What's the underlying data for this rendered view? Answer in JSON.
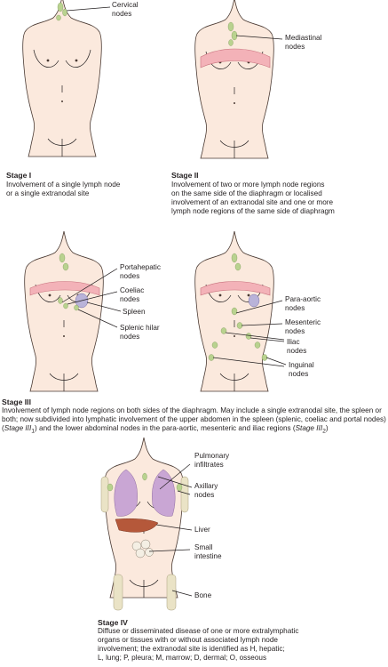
{
  "colors": {
    "skin": "#fbe9dd",
    "outline": "#4a3a33",
    "lymph_node": "#b9d28f",
    "diaphragm": "#f3b2b8",
    "spleen": "#b9b3d9",
    "lung": "#c9a6d4",
    "liver": "#b5583a",
    "bone": "#eae3c6"
  },
  "stage1": {
    "labels": {
      "cervical": "Cervical\nnodes"
    },
    "title": "Stage I",
    "desc": "Involvement of a single lymph node\nor a single extranodal site"
  },
  "stage2": {
    "labels": {
      "mediastinal": "Mediastinal\nnodes"
    },
    "title": "Stage II",
    "desc": "Involvement of two or more lymph node regions\non the same side of the diaphragm or localised\ninvolvement of an extranodal site and one or more\nlymph node regions of the same side of diaphragm"
  },
  "stage3": {
    "labels": {
      "portahepatic": "Portahepatic\nnodes",
      "coeliac": "Coeliac\nnodes",
      "spleen": "Spleen",
      "splenic_hilar": "Splenic hilar\nnodes",
      "para_aortic": "Para-aortic\nnodes",
      "mesenteric": "Mesenteric\nnodes",
      "iliac": "Iliac\nnodes",
      "inguinal": "Inguinal\nnodes"
    },
    "title": "Stage III",
    "desc_a": "Involvement of lymph node regions on both sides of the diaphragm. May include a single extranodal site, the spleen or both; now subdivided into lymphatic involvement of the upper abdomen in the spleen (splenic, coeliac and portal nodes) (",
    "desc_sub1": "Stage III",
    "desc_sub1_index": "1",
    "desc_b": ") and the lower abdominal nodes in the para-aortic, mesenteric and iliac regions (",
    "desc_sub2": "Stage III",
    "desc_sub2_index": "2",
    "desc_c": ")"
  },
  "stage4": {
    "labels": {
      "pulmonary": "Pulmonary\ninfiltrates",
      "axillary": "Axillary\nnodes",
      "liver": "Liver",
      "small_intestine": "Small\nintestine",
      "bone": "Bone"
    },
    "title": "Stage IV",
    "desc_lines": [
      "Diffuse or disseminated disease of one or more extralymphatic",
      "organs or tissues with or without associated lymph node",
      "involvement; the extranodal site is identified as H, hepatic;",
      "L, lung; P, pleura; M, marrow; D, dermal; O, osseous"
    ]
  }
}
